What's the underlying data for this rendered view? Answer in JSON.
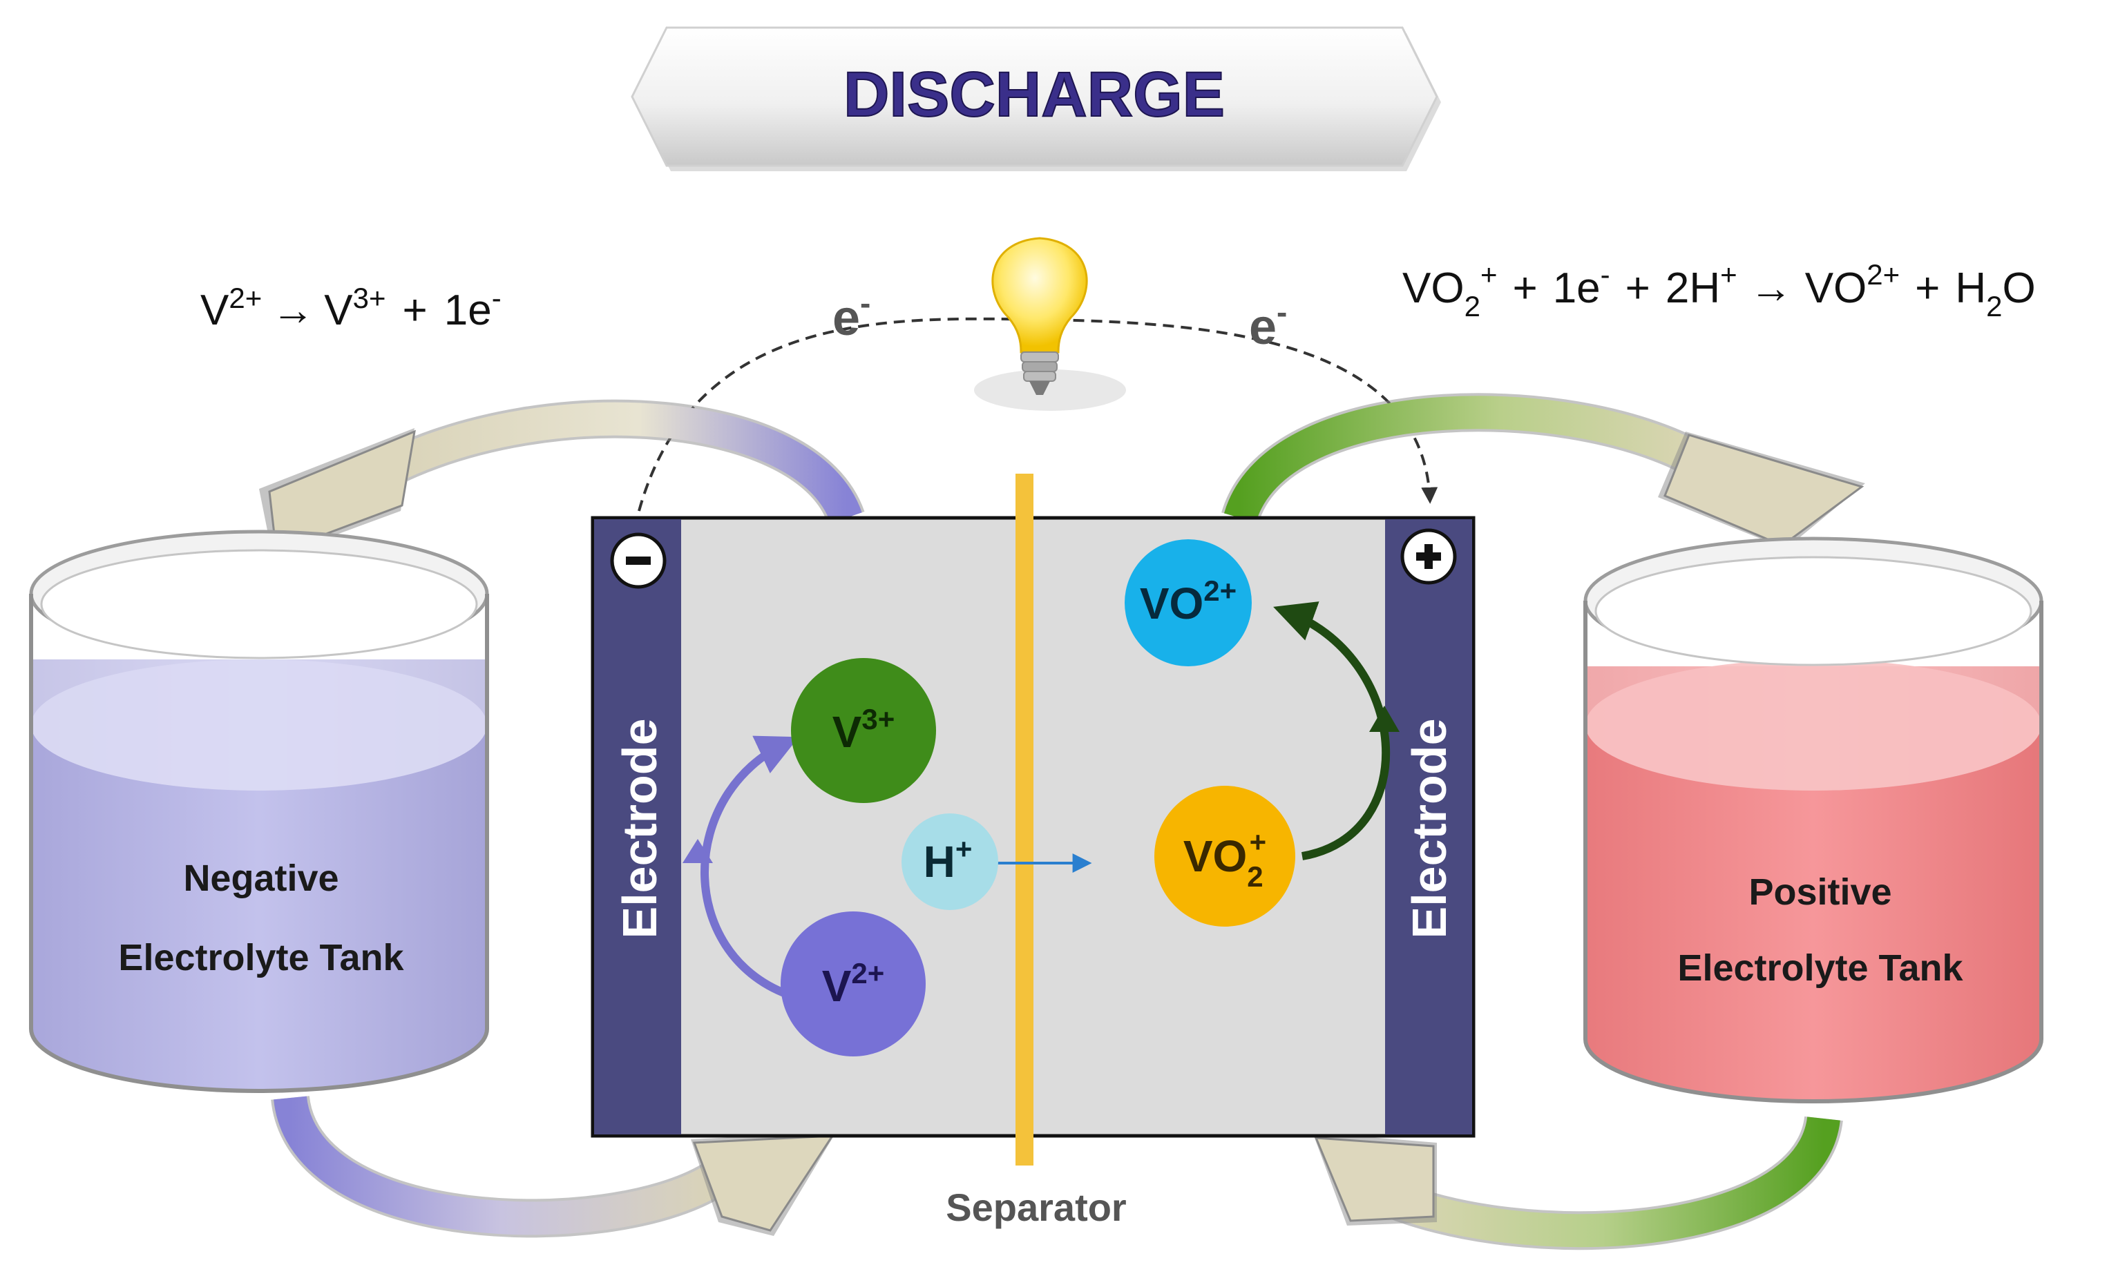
{
  "banner": {
    "label": "DISCHARGE"
  },
  "equations": {
    "negative": {
      "a": "V",
      "a_sup": "2+",
      "arrow": "→",
      "b": "V",
      "b_sup": "3+",
      "plus": "+",
      "c": "1e",
      "c_sup": "-"
    },
    "positive": {
      "a": "VO",
      "a_sub": "2",
      "a_sup": "+",
      "plus1": "+",
      "b": "1e",
      "b_sup": "-",
      "plus2": "+",
      "c": "2H",
      "c_sup": "+",
      "arrow": "→",
      "d": "VO",
      "d_sup": "2+",
      "plus3": "+",
      "e": "H",
      "e_sub": "2",
      "e2": "O"
    }
  },
  "electron": {
    "left": "e",
    "right": "e",
    "sup": "-"
  },
  "electrodes": {
    "left": "Electrode",
    "right": "Electrode",
    "minus": "−",
    "plus": "+"
  },
  "separator": {
    "label": "Separator"
  },
  "tanks": {
    "negative": {
      "line1": "Negative",
      "line2": "Electrolyte Tank",
      "color": "#b9b8e6"
    },
    "positive": {
      "line1": "Positive",
      "line2": "Electrolyte Tank",
      "color": "#f28b8e"
    }
  },
  "ions": {
    "v3": {
      "base": "V",
      "sup": "3+",
      "color": "#3f8c1a"
    },
    "v2": {
      "base": "V",
      "sup": "2+",
      "color": "#7771d6"
    },
    "h": {
      "base": "H",
      "sup": "+",
      "color": "#a7dde8"
    },
    "vo2plus": {
      "base": "VO",
      "sup": "2+",
      "color": "#18b1ea"
    },
    "vo2": {
      "base": "VO",
      "sub": "2",
      "sup": "+",
      "color": "#f7b500"
    }
  },
  "colors": {
    "electrode": "#4a4a80",
    "cell": "#dcdcdc",
    "separator": "#f4c23b",
    "purple_flow": "#8a86d8",
    "green_flow": "#5aa32a"
  }
}
